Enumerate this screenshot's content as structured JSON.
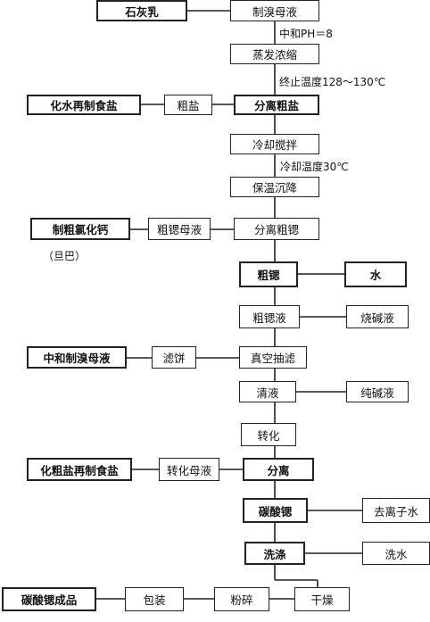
{
  "nodes": {
    "lime_milk": "石灰乳",
    "bromine_mother": "制溴母液",
    "evaporate": "蒸发浓缩",
    "separate_salt": "分离粗盐",
    "crude_salt": "粗盐",
    "dissolve_salt": "化水再制食盐",
    "cool_stir": "冷却搅拌",
    "settle": "保温沉降",
    "separate_sr": "分离粗锶",
    "sr_mother": "粗锶母液",
    "make_cacl2": "制粗氯化钙",
    "crude_sr": "粗锶",
    "water": "水",
    "crude_sr_liquid": "粗锶液",
    "caustic_soda": "烧碱液",
    "vacuum_filter": "真空抽滤",
    "filter_cake": "滤饼",
    "neutralize_mother": "中和制溴母液",
    "clear_liquid": "清液",
    "soda_ash": "纯碱液",
    "convert": "转化",
    "separate": "分离",
    "convert_mother": "转化母液",
    "resalt": "化粗盐再制食盐",
    "srco3": "碳酸锶",
    "di_water": "去离子水",
    "wash": "洗涤",
    "wash_water": "洗水",
    "dry": "干燥",
    "crush": "粉碎",
    "pack": "包装",
    "product": "碳酸锶成品"
  },
  "labels": {
    "neutralize_ph": "中和PH＝8",
    "end_temp": "终止温度128～130℃",
    "cool_temp": "冷却温度30℃",
    "danba": "（旦巴）"
  }
}
